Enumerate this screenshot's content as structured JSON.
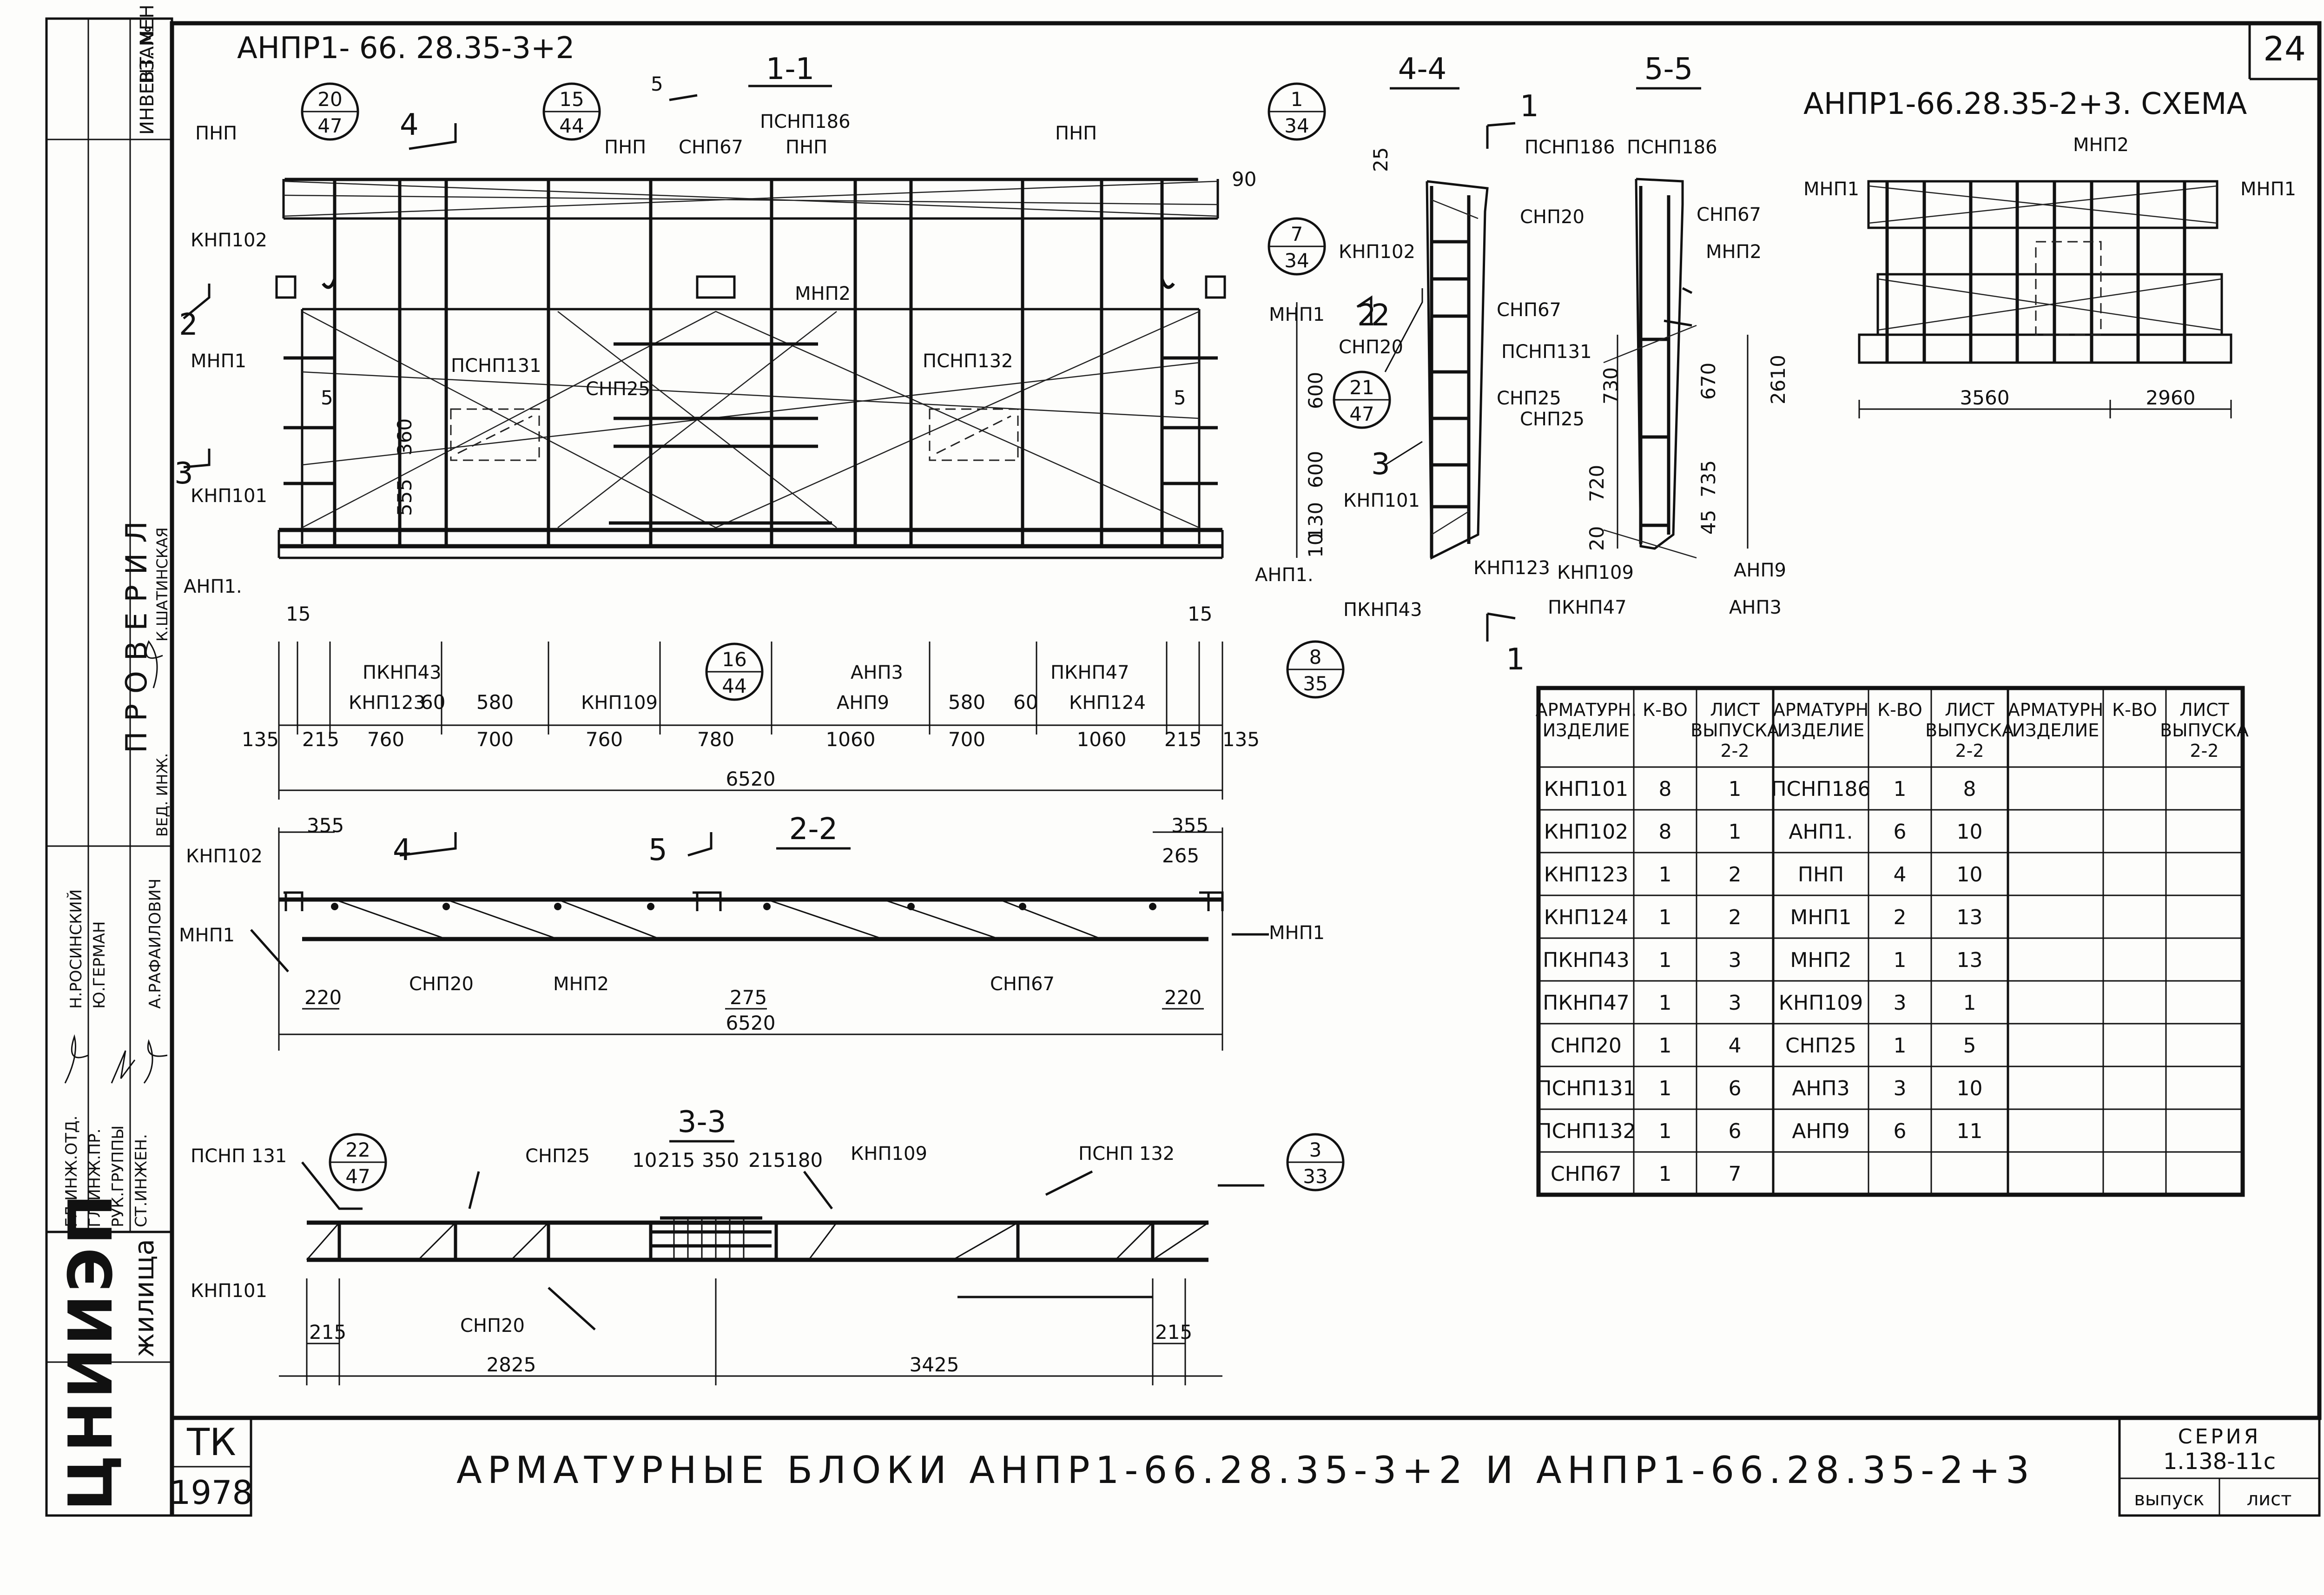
{
  "sheet": {
    "number": "24",
    "title": "АРМАТУРНЫЕ  БЛОКИ  АНПР1-66.28.35-3+2 И АНПР1-66.28.35-2+3",
    "block_code": "АНПР1- 66. 28.35-3+2",
    "org": "ЦНИИЭП",
    "org2": "жилища",
    "tk": "ТК",
    "year": "1978",
    "series_label": "СЕРИЯ",
    "series_value": "1.138-11с",
    "vypusk": "выпуск",
    "list": "лист"
  },
  "left_strip": {
    "invent": "ИНВЕНТ. №",
    "vzamen": "ВЗАМЕН",
    "proveril": "ПРОВЕРИЛ",
    "roles": [
      "ГЛ.ИНЖ.ОТД.",
      "ГЛ.ИНЖ.ПР.",
      "РУК.ГРУППЫ",
      "СТ.ИНЖЕН."
    ],
    "names": [
      "Н.РОСИНСКИЙ",
      "Ю.ГЕРМАН",
      "А.РАФАИЛОВИЧ"
    ],
    "ved_inzh": "ВЕД. ИНЖ.",
    "shatinskaya": "К.ШАТИНСКАЯ"
  },
  "sections": {
    "s11": "1-1",
    "s44": "4-4",
    "s55": "5-5",
    "s22": "2-2",
    "s33": "3-3",
    "scheme": "АНПР1-66.28.35-2+3. СХЕМА"
  },
  "callouts": [
    {
      "top": "20",
      "bottom": "47"
    },
    {
      "top": "15",
      "bottom": "44"
    },
    {
      "top": "1",
      "bottom": "34"
    },
    {
      "top": "7",
      "bottom": "34"
    },
    {
      "top": "21",
      "bottom": "47"
    },
    {
      "top": "16",
      "bottom": "44"
    },
    {
      "top": "8",
      "bottom": "35"
    },
    {
      "top": "22",
      "bottom": "47"
    },
    {
      "top": "3",
      "bottom": "33"
    }
  ],
  "labels_11": {
    "pnp": "ПНП",
    "knp102": "КНП102",
    "mnp1": "МНП1",
    "knp101": "КНП101",
    "anp1": "АНП1.",
    "snp67": "СНП67",
    "psnp186": "ПСНП186",
    "mnp2": "МНП2",
    "psnp131": "ПСНП131",
    "psnp132": "ПСНП132",
    "snp25": "СНП25",
    "pknp43": "ПКНП43",
    "knp123": "КНП123",
    "knp109": "КНП109",
    "anp3": "АНП3",
    "anp9": "АНП9",
    "pknp47": "ПКНП47",
    "knp124": "КНП124",
    "d90": "90",
    "d5": "5",
    "d4": "4",
    "d2": "2",
    "d3": "3",
    "d555": "555",
    "d360": "360",
    "d15": "15",
    "d60": "60"
  },
  "dims_11": [
    "135",
    "215",
    "760",
    "700",
    "760",
    "780",
    "1060",
    "700",
    "1060",
    "215",
    "135"
  ],
  "dims_11_top": [
    "580",
    "580"
  ],
  "total_11": "6520",
  "labels_44": {
    "psnp186": "ПСНП186",
    "knp102": "КНП102",
    "snp67": "СНП67",
    "psnp131": "ПСНП131",
    "snp20": "СНП20",
    "snp25": "СНП25",
    "knp101": "КНП101",
    "knp123": "КНП123",
    "pknp43": "ПКНП43",
    "anp1": "АНП1.",
    "d25": "25",
    "d600a": "600",
    "d600b": "600",
    "d130": "130",
    "d10": "10"
  },
  "labels_55": {
    "psnp186": "ПСНП186",
    "snp20": "СНП20",
    "snp67": "СНП67",
    "mnp2": "МНП2",
    "snp25": "СНП25",
    "knp109": "КНП109",
    "pknp47": "ПКНП47",
    "anp9": "АНП9",
    "anp3": "АНП3",
    "d730": "730",
    "d720": "720",
    "d20": "20",
    "d670": "670",
    "d2610": "2610",
    "d45": "45",
    "d735": "735"
  },
  "labels_scheme": {
    "mnp1l": "МНП1",
    "mnp1r": "МНП1",
    "mnp2": "МНП2",
    "d3560": "3560",
    "d2960": "2960"
  },
  "labels_22": {
    "knp102": "КНП102",
    "mnp1l": "МНП1",
    "mnp1r": "МНП1",
    "snp20": "СНП20",
    "mnp2": "МНП2",
    "snp67": "СНП67",
    "d355l": "355",
    "d355r": "355",
    "d265": "265",
    "d220l": "220",
    "d275": "275",
    "d220r": "220",
    "total": "6520",
    "c4": "4",
    "c5": "5"
  },
  "labels_33": {
    "psnp131": "ПСНП 131",
    "snp25": "СНП25",
    "knp109": "КНП109",
    "psnp132": "ПСНП 132",
    "knp101": "КНП101",
    "snp20": "СНП20",
    "d10": "10",
    "d215a": "215",
    "d350": "350",
    "d215b": "215",
    "d180": "180",
    "d215l": "215",
    "d215r": "215",
    "d2825": "2825",
    "d3425": "3425"
  },
  "spec_table": {
    "headers": [
      "АРМАТУРН. ИЗДЕЛИЕ",
      "К-ВО",
      "ЛИСТ ВЫПУСКА 2-2",
      "АРМАТУРН ИЗДЕЛИЕ",
      "К-ВО",
      "ЛИСТ ВЫПУСКА 2-2",
      "АРМАТУРН ИЗДЕЛИЕ",
      "К-ВО",
      "ЛИСТ ВЫПУСКА 2-2"
    ],
    "rows": [
      [
        "КНП101",
        "8",
        "1",
        "ПСНП186",
        "1",
        "8"
      ],
      [
        "КНП102",
        "8",
        "1",
        "АНП1.",
        "6",
        "10"
      ],
      [
        "КНП123",
        "1",
        "2",
        "ПНП",
        "4",
        "10"
      ],
      [
        "КНП124",
        "1",
        "2",
        "МНП1",
        "2",
        "13"
      ],
      [
        "ПКНП43",
        "1",
        "3",
        "МНП2",
        "1",
        "13"
      ],
      [
        "ПКНП47",
        "1",
        "3",
        "КНП109",
        "3",
        "1"
      ],
      [
        "СНП20",
        "1",
        "4",
        "СНП25",
        "1",
        "5"
      ],
      [
        "ПСНП131",
        "1",
        "6",
        "АНП3",
        "3",
        "10"
      ],
      [
        "ПСНП132",
        "1",
        "6",
        "АНП9",
        "6",
        "11"
      ],
      [
        "СНП67",
        "1",
        "7",
        "",
        "",
        ""
      ]
    ]
  }
}
